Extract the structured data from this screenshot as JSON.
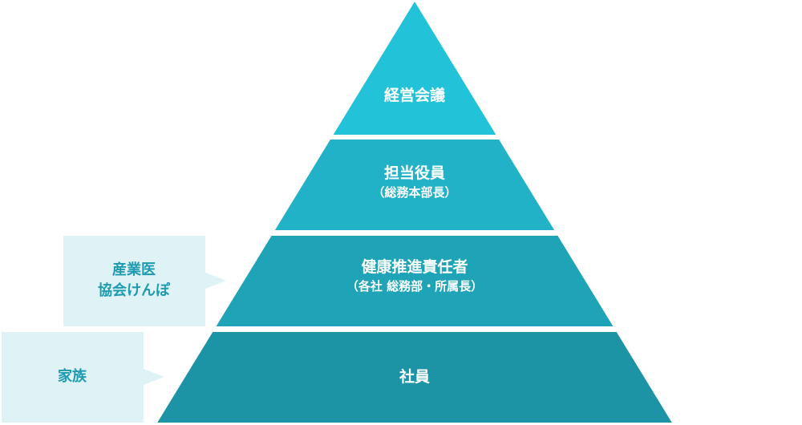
{
  "colors": {
    "tier1": "#22c3d9",
    "tier2": "#21b2c8",
    "tier3": "#1ea3b7",
    "tier4": "#1d94a6",
    "callout_bg": "#dff3f7",
    "callout_text": "#1e9bb0"
  },
  "tiers": [
    {
      "title": "経営会議",
      "subtitle": ""
    },
    {
      "title": "担当役員",
      "subtitle": "（総務本部長）"
    },
    {
      "title": "健康推進責任者",
      "subtitle": "（各社 総務部・所属長）"
    },
    {
      "title": "社員",
      "subtitle": ""
    }
  ],
  "callouts": [
    {
      "line1": "産業医",
      "line2": "協会けんぽ"
    },
    {
      "line1": "家族",
      "line2": ""
    }
  ]
}
